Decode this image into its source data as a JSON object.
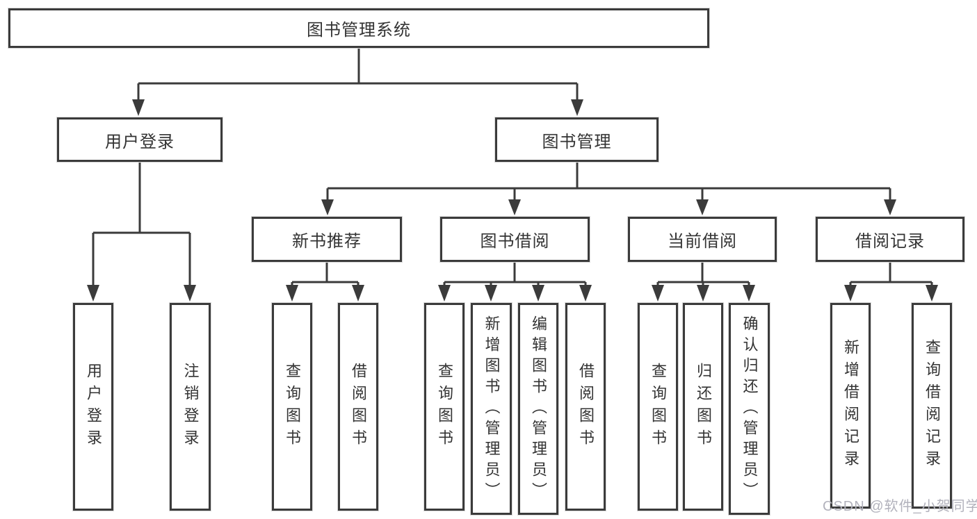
{
  "diagram": {
    "root_label": "图书管理系统",
    "login_branch": {
      "label": "用户登录",
      "children": [
        {
          "label": "用户登录"
        },
        {
          "label": "注销登录"
        }
      ]
    },
    "mgmt_branch": {
      "label": "图书管理",
      "children": [
        {
          "label": "新书推荐",
          "children": [
            {
              "label": "查询图书"
            },
            {
              "label": "借阅图书"
            }
          ]
        },
        {
          "label": "图书借阅",
          "children": [
            {
              "label": "查询图书"
            },
            {
              "label": "新增图书（管理员）"
            },
            {
              "label": "编辑图书（管理员）"
            },
            {
              "label": "借阅图书"
            }
          ]
        },
        {
          "label": "当前借阅",
          "children": [
            {
              "label": "查询图书"
            },
            {
              "label": "归还图书"
            },
            {
              "label": "确认归还（管理员）"
            }
          ]
        },
        {
          "label": "借阅记录",
          "children": [
            {
              "label": "新增借阅记录"
            },
            {
              "label": "查询借阅记录"
            }
          ]
        }
      ]
    }
  },
  "watermark": {
    "text": "CSDN @软件_小贺同学"
  },
  "colors": {
    "line": "#3b3b3b",
    "text": "#333333",
    "background": "#ffffff",
    "watermark": "#b2b2bc"
  }
}
